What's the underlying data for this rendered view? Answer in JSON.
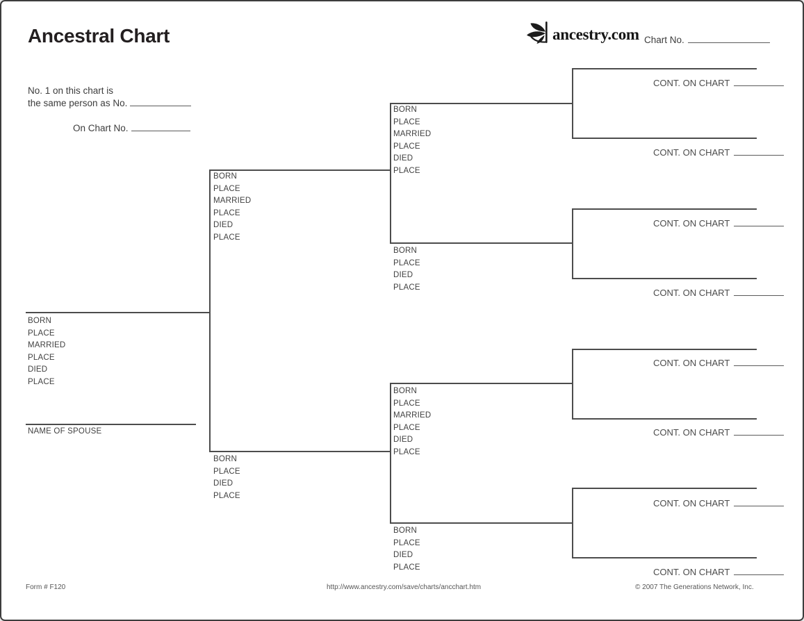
{
  "header": {
    "title": "Ancestral Chart",
    "logo_text": "ancestry.com",
    "chart_no_label": "Chart No."
  },
  "reference": {
    "line1": "No. 1 on this chart is",
    "line2": "the same person as No.",
    "line3": "On Chart No."
  },
  "tree": {
    "cont_label": "CONT. ON CHART",
    "spouse_label": "NAME OF SPOUSE",
    "person1": {
      "fields": [
        "BORN",
        "PLACE",
        "MARRIED",
        "PLACE",
        "DIED",
        "PLACE"
      ]
    },
    "person2": {
      "fields": [
        "BORN",
        "PLACE",
        "MARRIED",
        "PLACE",
        "DIED",
        "PLACE"
      ]
    },
    "person3": {
      "fields": [
        "BORN",
        "PLACE",
        "DIED",
        "PLACE"
      ]
    },
    "person4": {
      "fields": [
        "BORN",
        "PLACE",
        "MARRIED",
        "PLACE",
        "DIED",
        "PLACE"
      ]
    },
    "person5": {
      "fields": [
        "BORN",
        "PLACE",
        "DIED",
        "PLACE"
      ]
    },
    "person6": {
      "fields": [
        "BORN",
        "PLACE",
        "MARRIED",
        "PLACE",
        "DIED",
        "PLACE"
      ]
    },
    "person7": {
      "fields": [
        "BORN",
        "PLACE",
        "DIED",
        "PLACE"
      ]
    }
  },
  "footer": {
    "form_number": "Form # F120",
    "url": "http://www.ancestry.com/save/charts/ancchart.htm",
    "copyright": "© 2007 The Generations Network, Inc."
  }
}
